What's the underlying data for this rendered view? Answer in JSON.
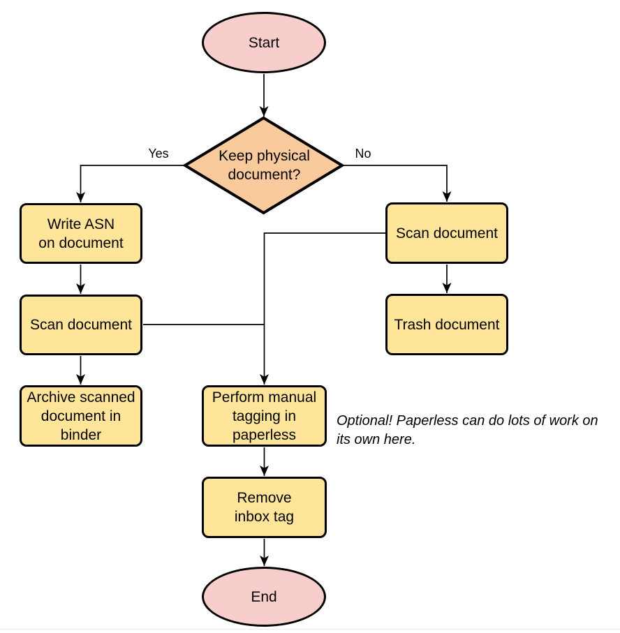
{
  "colors": {
    "terminal_fill": "#f8cecc",
    "decision_fill": "#f9cb9c",
    "process_fill": "#ffe59a",
    "stroke": "#000000",
    "background": "#ffffff",
    "divider": "#e9edf2"
  },
  "flowchart": {
    "nodes": {
      "start": {
        "type": "terminal",
        "label": "Start"
      },
      "decision": {
        "type": "decision",
        "label": "Keep physical\ndocument?"
      },
      "write_asn": {
        "type": "process",
        "label": "Write ASN\non document"
      },
      "scan_left": {
        "type": "process",
        "label": "Scan document"
      },
      "archive": {
        "type": "process",
        "label": "Archive scanned\ndocument in\nbinder"
      },
      "scan_right": {
        "type": "process",
        "label": "Scan document"
      },
      "trash": {
        "type": "process",
        "label": "Trash document"
      },
      "tagging": {
        "type": "process",
        "label": "Perform manual\ntagging in\npaperless"
      },
      "remove_inbox": {
        "type": "process",
        "label": "Remove\ninbox tag"
      },
      "end": {
        "type": "terminal",
        "label": "End"
      }
    },
    "edge_labels": {
      "yes": "Yes",
      "no": "No"
    },
    "annotation": "Optional! Paperless can do lots of work on\nits own here."
  }
}
